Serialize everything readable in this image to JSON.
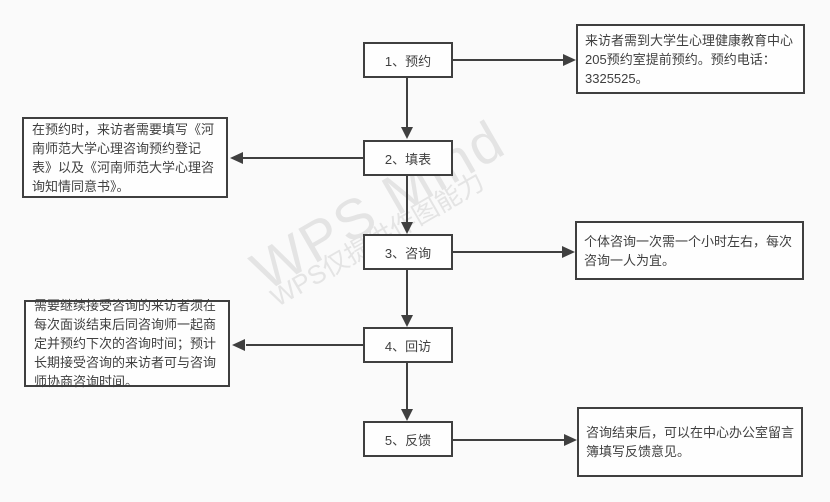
{
  "watermark": {
    "line1": "WPS Mind",
    "line2": "WPS仅提供作图能力"
  },
  "colors": {
    "background": "#fafafa",
    "box_fill": "#fefefe",
    "border": "#3f3f3f",
    "text": "#3f3f3f",
    "watermark": "#e4e4e4"
  },
  "flow": {
    "steps": [
      {
        "label": "1、预约",
        "note_side": "right",
        "note": "来访者需到大学生心理健康教育中心205预约室提前预约。预约电话：3325525。"
      },
      {
        "label": "2、填表",
        "note_side": "left",
        "note": "在预约时，来访者需要填写《河南师范大学心理咨询预约登记表》以及《河南师范大学心理咨询知情同意书》。"
      },
      {
        "label": "3、咨询",
        "note_side": "right",
        "note": "个体咨询一次需一个小时左右，每次咨询一人为宜。"
      },
      {
        "label": "4、回访",
        "note_side": "left",
        "note": "需要继续接受咨询的来访者须在每次面谈结束后同咨询师一起商定并预约下次的咨询时间；预计长期接受咨询的来访者可与咨询师协商咨询时间。"
      },
      {
        "label": "5、反馈",
        "note_side": "right",
        "note": "咨询结束后，可以在中心办公室留言簿填写反馈意见。"
      }
    ]
  }
}
